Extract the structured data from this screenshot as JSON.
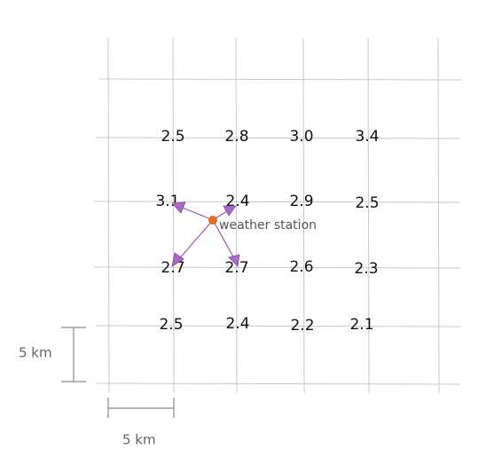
{
  "grid_values": [
    [
      "2.5",
      "2.8",
      "3.0",
      "3.4"
    ],
    [
      "3.1",
      "2.4",
      "2.9",
      "2.5"
    ],
    [
      "2.7",
      "2.7",
      "2.6",
      "2.3"
    ],
    [
      "2.5",
      "2.4",
      "2.2",
      "2.1"
    ]
  ],
  "station": {
    "label": "weather station",
    "color": "#e8701a"
  },
  "arrow_color": "#9b59b6",
  "scale": {
    "vertical_label": "5 km",
    "horizontal_label": "5 km"
  }
}
